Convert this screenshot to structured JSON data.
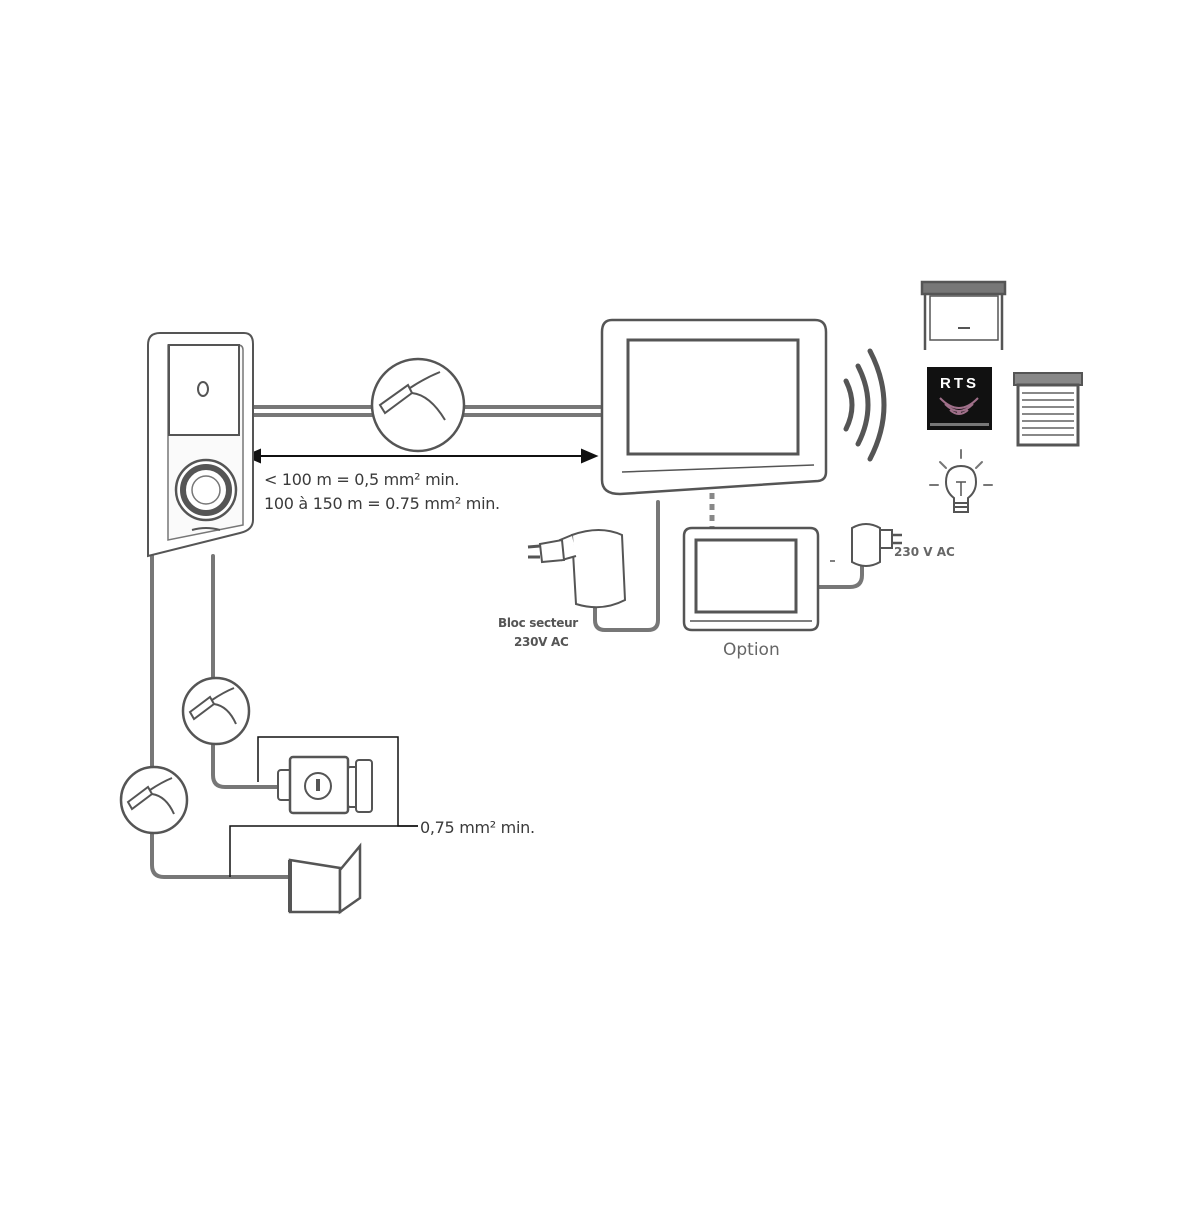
{
  "labels": {
    "cable_length_1": "< 100 m = 0,5 mm² min.",
    "cable_length_2": "100 à 150 m = 0.75 mm² min.",
    "power_supply_line1": "Bloc secteur",
    "power_supply_line2": "230V AC",
    "option": "Option",
    "option_power": "230 V AC",
    "lock_wire": "0,75 mm² min.",
    "rts_logo": "RTS"
  },
  "colors": {
    "line": "#555555",
    "cable": "#777777",
    "device_fill": "#ffffff",
    "rts_bg": "#111111",
    "rts_wave": "#a0708a"
  },
  "icons": {
    "doorbell": "outdoor-camera-doorbell-icon",
    "monitor": "indoor-monitor-icon",
    "monitor_option": "secondary-monitor-icon",
    "adapter": "power-adapter-icon",
    "signal": "wireless-signal-icon",
    "garage": "garage-door-icon",
    "shutter": "roller-shutter-icon",
    "light": "light-bulb-icon",
    "lock": "electric-lock-icon",
    "strike": "gate-motor-icon",
    "cable": "cable-section-icon"
  }
}
